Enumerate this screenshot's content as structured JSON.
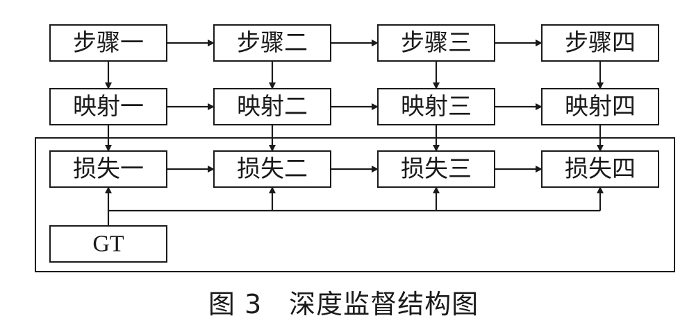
{
  "steps": [
    "步骤一",
    "步骤二",
    "步骤三",
    "步骤四"
  ],
  "mappings": [
    "映射一",
    "映射二",
    "映射三",
    "映射四"
  ],
  "losses": [
    "损失一",
    "损失二",
    "损失三",
    "损失四"
  ],
  "ground_truth": "GT",
  "caption": "图 3　深度监督结构图"
}
